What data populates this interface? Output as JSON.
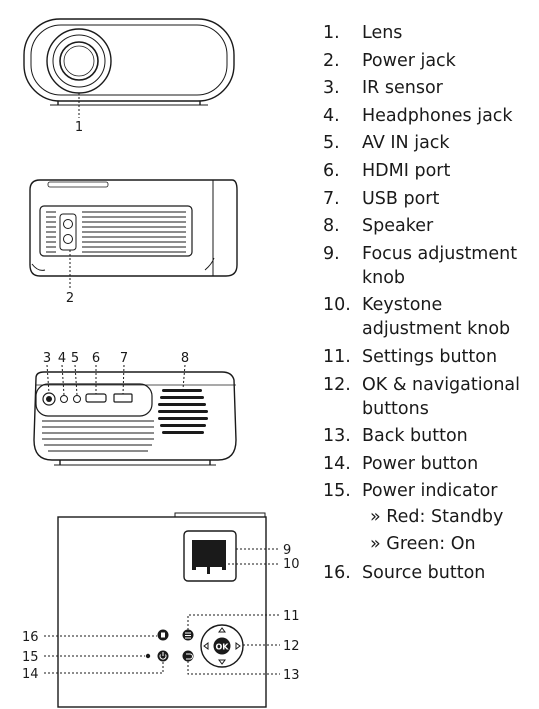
{
  "callouts": {
    "c1": "1",
    "c2": "2",
    "c3": "3",
    "c4": "4",
    "c5": "5",
    "c6": "6",
    "c7": "7",
    "c8": "8",
    "c9": "9",
    "c10": "10",
    "c11": "11",
    "c12": "12",
    "c13": "13",
    "c14": "14",
    "c15": "15",
    "c16": "16"
  },
  "button_glyphs": {
    "ok": "OK"
  },
  "parts": [
    {
      "num": "1.",
      "label": "Lens"
    },
    {
      "num": "2.",
      "label": "Power jack"
    },
    {
      "num": "3.",
      "label": "IR sensor"
    },
    {
      "num": "4.",
      "label": "Headphones jack"
    },
    {
      "num": "5.",
      "label": "AV IN jack"
    },
    {
      "num": "6.",
      "label": "HDMI port"
    },
    {
      "num": "7.",
      "label": "USB port"
    },
    {
      "num": "8.",
      "label": "Speaker"
    },
    {
      "num": "9.",
      "label": "Focus adjustment knob"
    },
    {
      "num": "10.",
      "label": "Keystone adjustment knob"
    },
    {
      "num": "11.",
      "label": "Settings button"
    },
    {
      "num": "12.",
      "label": "OK & navigational buttons"
    },
    {
      "num": "13.",
      "label": "Back button"
    },
    {
      "num": "14.",
      "label": "Power button"
    },
    {
      "num": "15.",
      "label": "Power indicator"
    },
    {
      "num": "16.",
      "label": "Source button"
    }
  ],
  "indicator_states": [
    "» Red: Standby",
    "» Green: On"
  ]
}
